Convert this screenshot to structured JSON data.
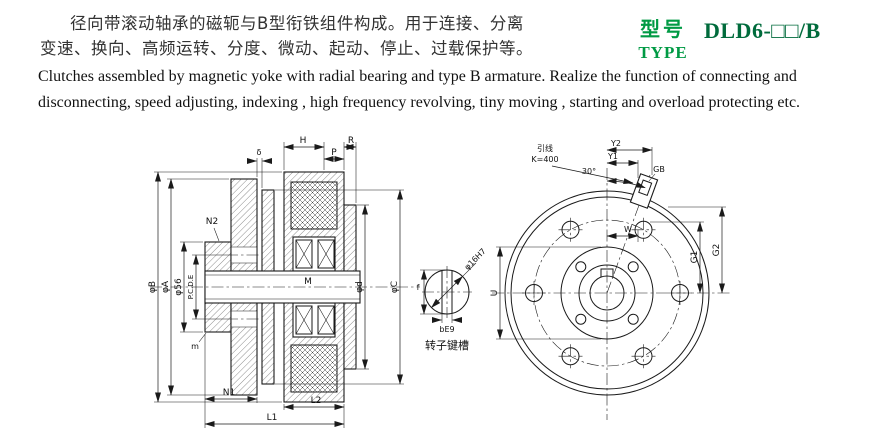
{
  "header": {
    "cn_line1": "径向带滚动轴承的磁轭与B型衔铁组件构成。用于连接、分离",
    "cn_line2": "变速、换向、高频运转、分度、微动、起动、停止、过载保护等。",
    "type_cn": "型号",
    "type_en": "TYPE",
    "model": "DLD6-□□/B",
    "en_line1": "Clutches assembled by magnetic yoke with radial bearing and type B armature. Realize the function of connecting and",
    "en_line2": "disconnecting, speed adjusting, indexing , high frequency revolving, tiny moving , starting and overload protecting etc."
  },
  "colors": {
    "accent_green": "#009A44",
    "model_green": "#006B3C",
    "ink": "#1a1a1a"
  },
  "section_view": {
    "dims": {
      "delta": "δ",
      "H": "H",
      "P": "P",
      "R": "R",
      "N2": "N2",
      "M": "M",
      "m": "m",
      "phiB": "φB",
      "phiA": "φA",
      "phi56": "φ56",
      "pcde": "P.C.D.E",
      "phid": "φd",
      "phiC": "φC",
      "N1": "N1",
      "L2": "L2",
      "L1": "L1"
    }
  },
  "keyway_detail": {
    "caption": "转子键槽",
    "bore": "φ16H7",
    "key_width": "bE9",
    "f": "f"
  },
  "front_view": {
    "lead_label_1": "引线",
    "lead_label_2": "K=400",
    "angle": "30°",
    "Y2": "Y2",
    "Y1": "Y1",
    "GB": "GB",
    "W": "W",
    "U": "U",
    "G1": "G1",
    "G2": "G2"
  }
}
